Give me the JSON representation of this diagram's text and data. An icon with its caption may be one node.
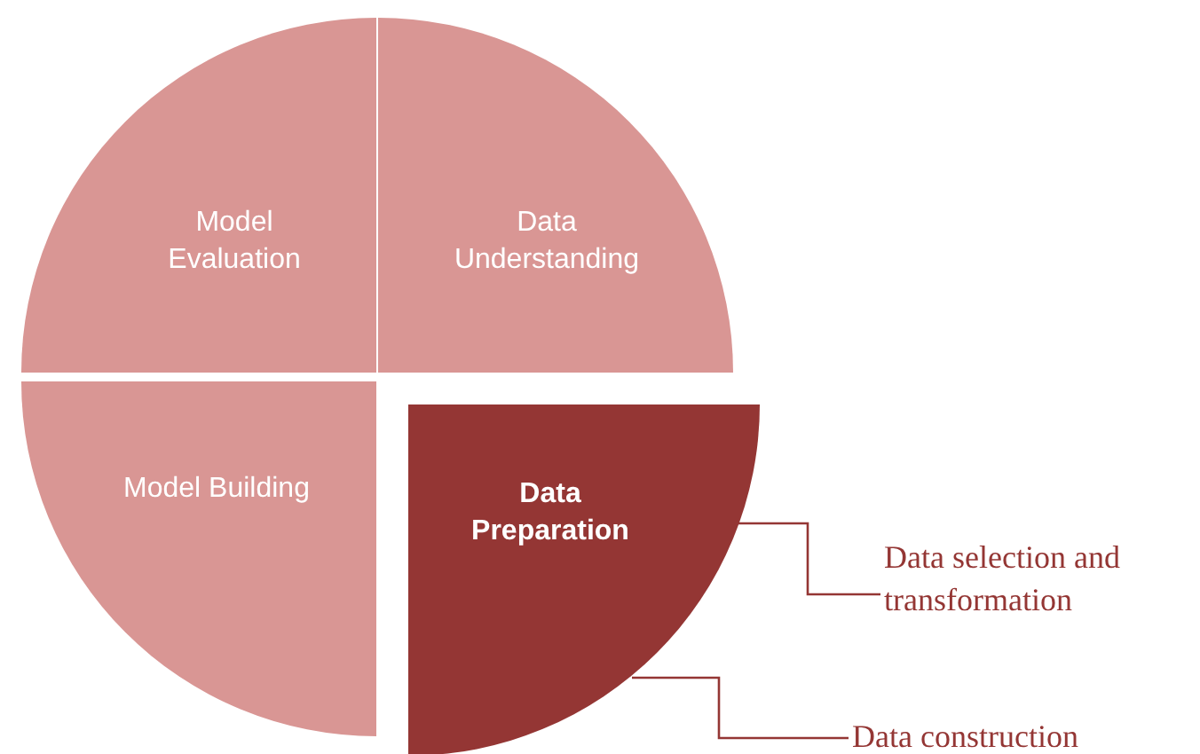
{
  "diagram": {
    "nodes": [
      {
        "text": [
          "Model Evaluation"
        ]
      },
      {
        "text": [
          "Data Understanding"
        ]
      },
      {
        "text": [
          "Model Building"
        ]
      },
      {
        "text": [
          "Data Preparation"
        ]
      },
      {
        "text": [
          "Data selection and transformation"
        ]
      },
      {
        "text": [
          "Data construction"
        ]
      }
    ],
    "edges": [
      {
        "from": 4,
        "to": 3,
        "arrow": "none"
      },
      {
        "from": 5,
        "to": 3,
        "arrow": "none"
      }
    ]
  }
}
